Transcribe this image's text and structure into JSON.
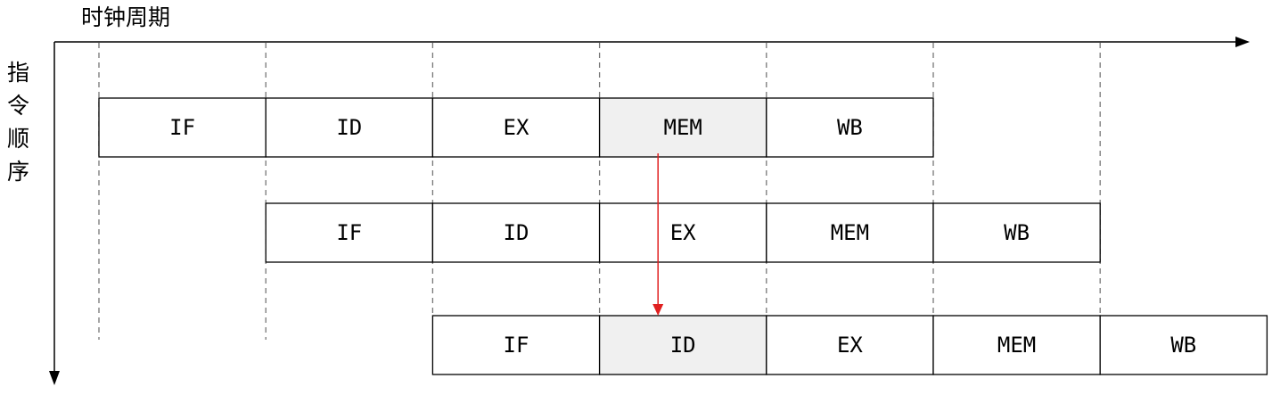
{
  "axes": {
    "x_label": "时钟周期",
    "y_label": [
      "指",
      "令",
      "顺",
      "序"
    ]
  },
  "colors": {
    "line": "#000000",
    "guide": "#777777",
    "box_fill": "#ffffff",
    "highlight_fill": "#f0f0f0",
    "forward_arrow": "#e02020"
  },
  "instructions": [
    {
      "name": "instruction-1",
      "start": 0,
      "stages": [
        "IF",
        "ID",
        "EX",
        "MEM",
        "WB"
      ],
      "highlight": [
        "MEM"
      ]
    },
    {
      "name": "instruction-2",
      "start": 1,
      "stages": [
        "IF",
        "ID",
        "EX",
        "MEM",
        "WB"
      ],
      "highlight": []
    },
    {
      "name": "instruction-3",
      "start": 2,
      "stages": [
        "IF",
        "ID",
        "EX",
        "MEM",
        "WB"
      ],
      "highlight": [
        "ID"
      ]
    }
  ],
  "forwarding": {
    "from": {
      "instruction": 0,
      "stage": "MEM"
    },
    "to": {
      "instruction": 2,
      "stage": "ID"
    }
  }
}
